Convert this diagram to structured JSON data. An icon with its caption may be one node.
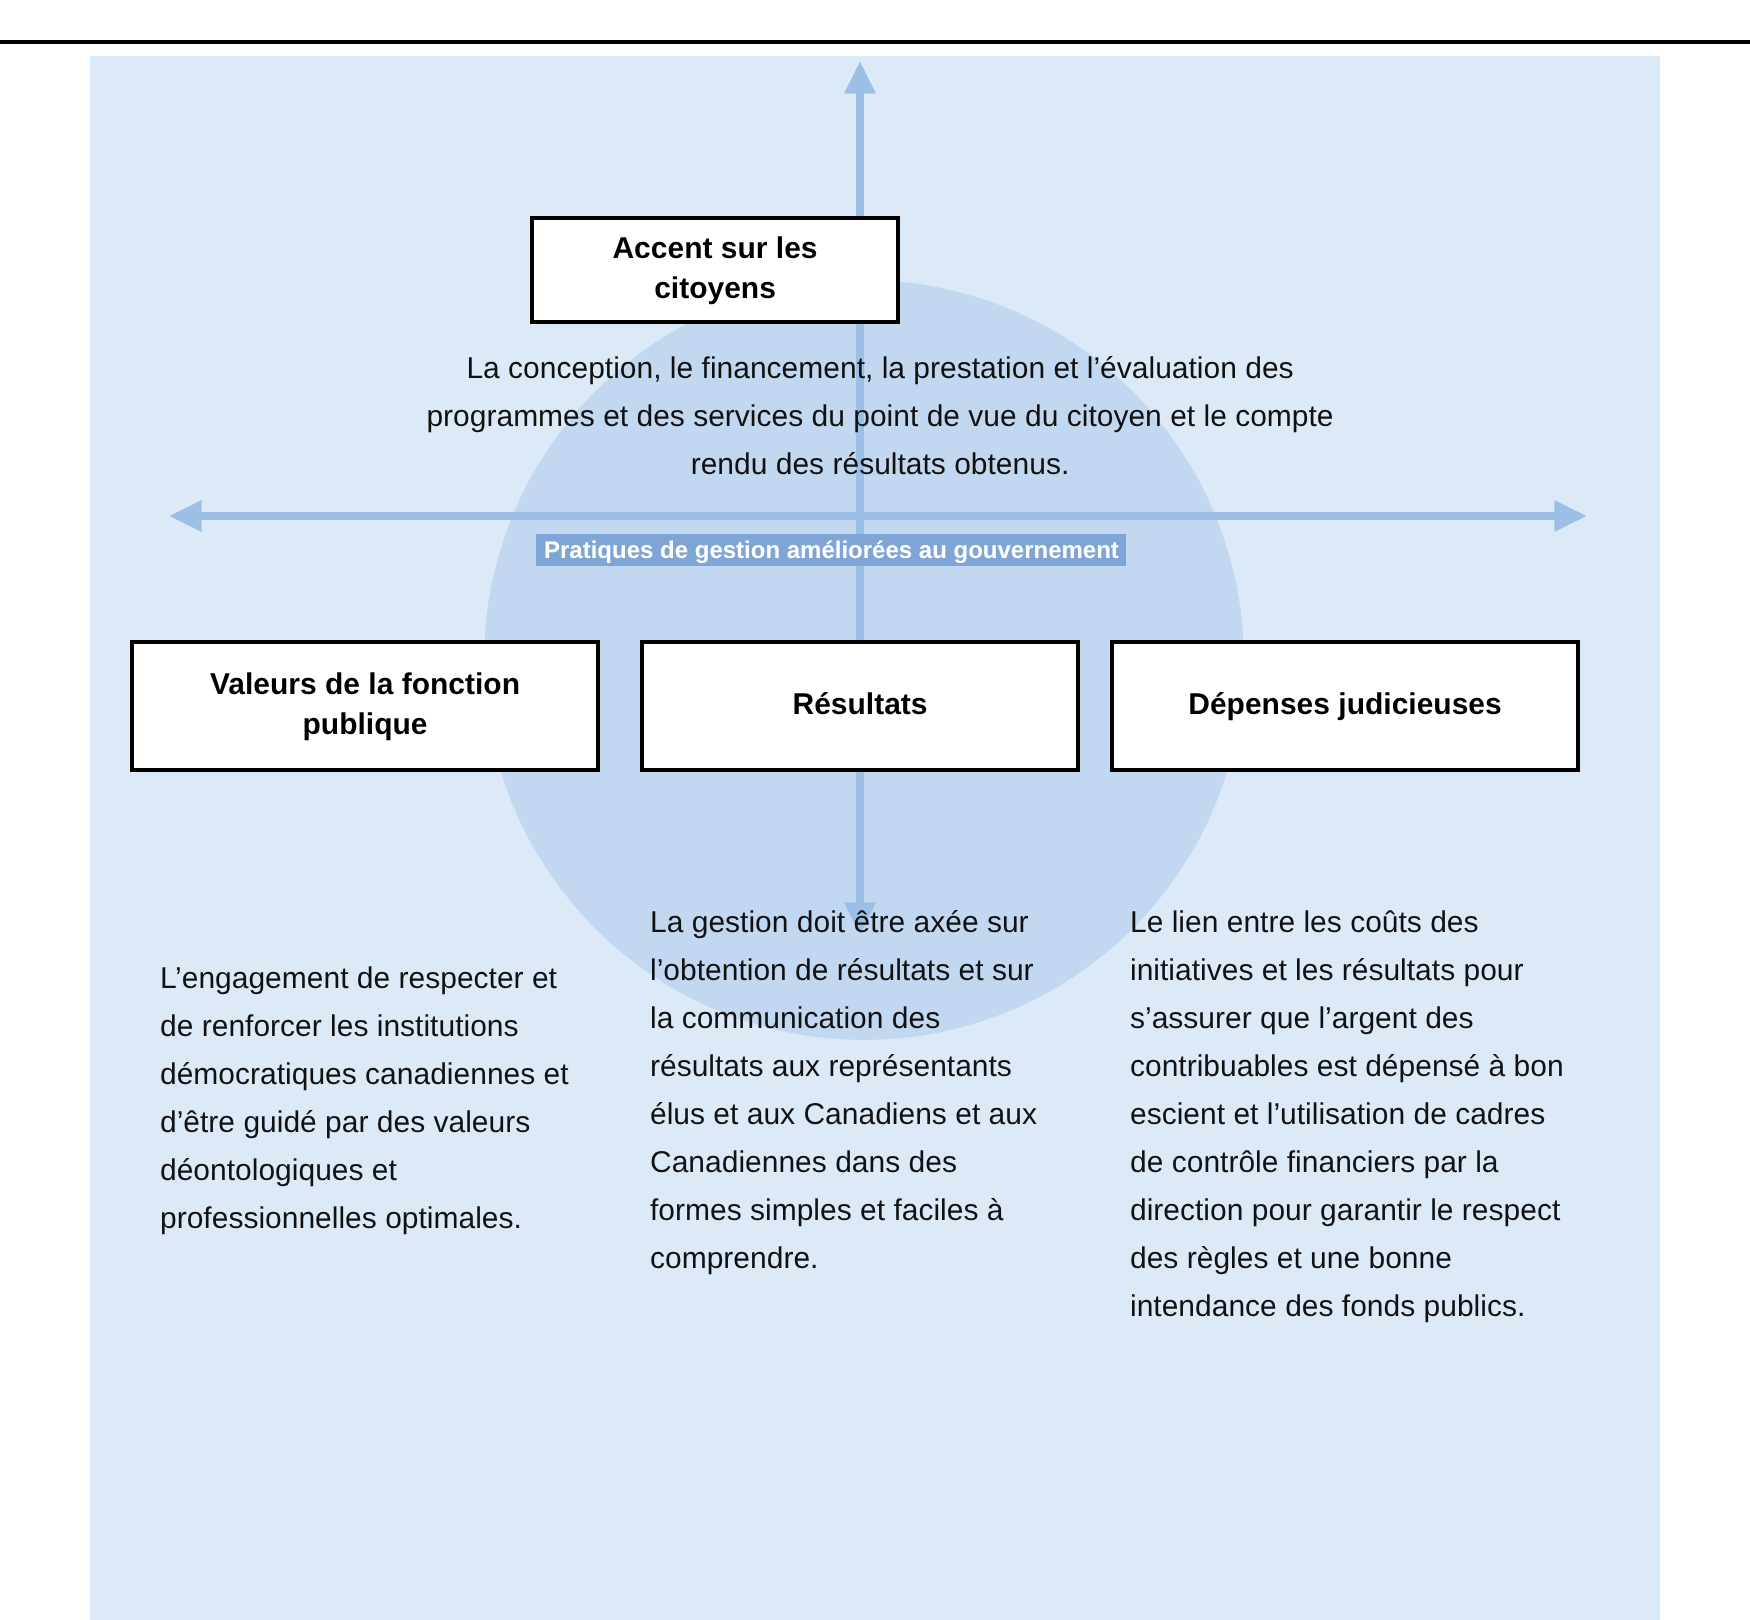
{
  "diagram": {
    "nodes": [
      {
        "text": [
          "Accent sur les citoyens"
        ],
        "beside": [
          "La conception, le financement, la prestation et l’évaluation des programmes et des services du point de vue du citoyen et le compte rendu des résultats obtenus."
        ]
      },
      {
        "text": [
          "Valeurs de la fonction publique"
        ]
      },
      {
        "text": [
          "Résultats"
        ]
      },
      {
        "text": [
          "Dépenses judicieuses"
        ]
      }
    ],
    "labels": [
      "Pratiques de gestion améliorées au gouvernement",
      "L’engagement de respecter et de renforcer les institutions démocratiques canadiennes et d’être guidé par des valeurs déontologiques et professionnelles optimales.",
      "La gestion doit être axée sur l’obtention de résultats et sur la communication des résultats aux représentants élus et aux Canadiens et aux Canadiennes dans des formes simples et faciles à comprendre.",
      "Le lien entre les coûts des initiatives et les résultats pour s’assurer que l’argent des contribuables est dépensé à bon escient et l’utilisation de cadres de contrôle financiers par la direction pour garantir le respect des règles et une bonne intendance des fonds publics."
    ]
  }
}
